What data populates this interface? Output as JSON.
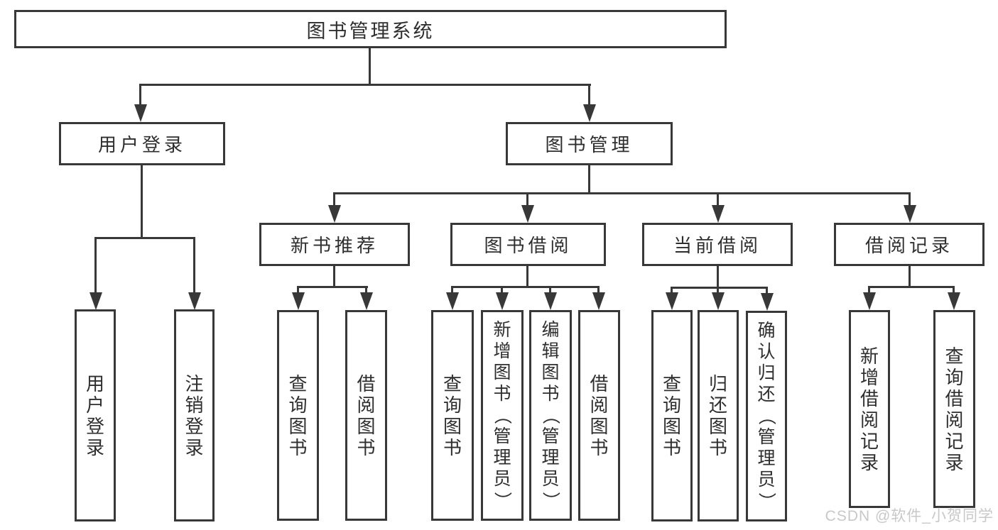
{
  "diagram": {
    "root": "图书管理系统",
    "level2": {
      "user_login": "用户登录",
      "book_management": "图书管理"
    },
    "level3": {
      "new_book_recommend": "新书推荐",
      "book_borrow": "图书借阅",
      "current_borrow": "当前借阅",
      "borrow_records": "借阅记录"
    },
    "leaves": {
      "user_login": "用户登录",
      "logout": "注销登录",
      "nb_query_books": "查询图书",
      "nb_borrow_books": "借阅图书",
      "bb_query_books": "查询图书",
      "bb_add_books": "新增图书（管理员）",
      "bb_edit_books": "编辑图书（管理员）",
      "bb_borrow_books": "借阅图书",
      "cb_query_books": "查询图书",
      "cb_return_books": "归还图书",
      "cb_confirm_return": "确认归还（管理员）",
      "br_add_record": "新增借阅记录",
      "br_query_record": "查询借阅记录"
    }
  },
  "watermark": "CSDN @软件_小贺同学",
  "colors": {
    "line": "#383838",
    "text": "#2e2e2e",
    "watermark": "#c8c8c8"
  }
}
